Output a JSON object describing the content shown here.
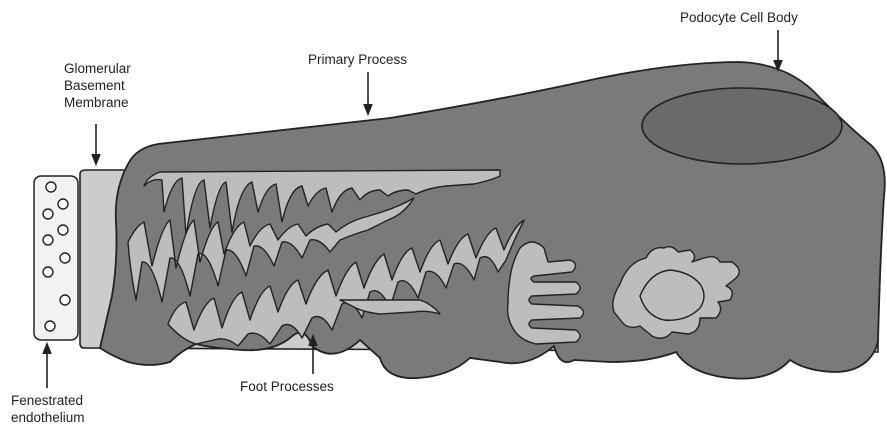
{
  "labels": {
    "gbm": [
      "Glomerular",
      "Basement",
      "Membrane"
    ],
    "primary_process": "Primary Process",
    "cell_body": "Podocyte Cell Body",
    "foot_processes": "Foot Processes",
    "endothelium": [
      "Fenestrated",
      "endothelium"
    ]
  },
  "colors": {
    "cell_fill": "#7a7a7a",
    "nucleus_fill": "#6a6a6a",
    "slit_fill": "#bdbdbd",
    "membrane_fill": "#cccccc",
    "endothelium_fill": "#f2f2f2",
    "outline": "#222222"
  }
}
